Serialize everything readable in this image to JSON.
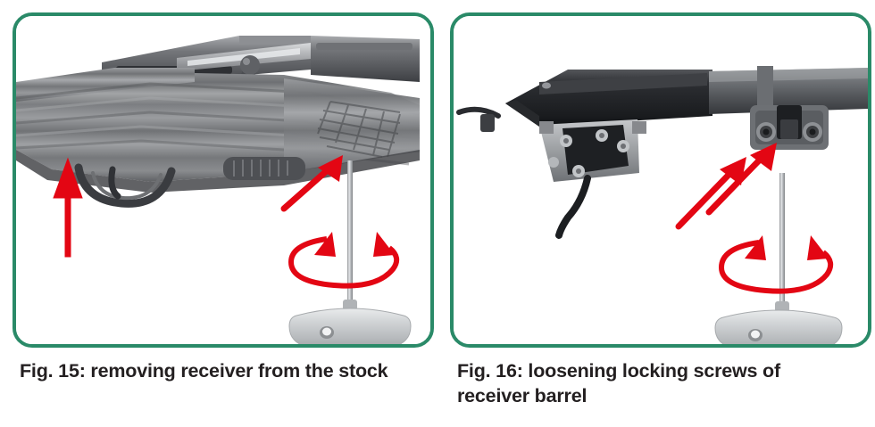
{
  "document": {
    "type": "firearm-instruction-manual-figures",
    "background_color": "#ffffff",
    "accent_color": "#2a8a68",
    "arrow_color": "#e30613",
    "caption_color": "#231f20"
  },
  "figures": [
    {
      "id": "fig-15",
      "caption": "Fig. 15: removing receiver from the stock",
      "caption_line1": "Fig. 15: removing receiver from the",
      "caption_line2": "stock",
      "label": "Fig. 15",
      "description": "Bolt-action rifle with grey laminated wood stock seen from the side; a T-handle hex key stands vertically below the fore-end",
      "photo_subject": "rifle-in-stock",
      "annotations": [
        {
          "name": "up-arrow-trigger-guard",
          "type": "straight-arrow",
          "direction": "up",
          "points_at": "trigger guard / stock underside"
        },
        {
          "name": "diagonal-arrow-screw",
          "type": "straight-arrow",
          "direction": "up-right",
          "points_at": "fore-end stock screw"
        },
        {
          "name": "rotation-arrow",
          "type": "rotation-ellipse",
          "direction": "counter-clockwise",
          "points_at": "hex key shaft"
        }
      ],
      "tool": {
        "name": "t-handle-hex-key",
        "color": "#c9ccce"
      }
    },
    {
      "id": "fig-16",
      "caption": "Fig. 16: loosening locking screws of receiver barrel",
      "caption_line1": "Fig. 16: loosening locking screws of",
      "caption_line2": "receiver barrel",
      "label": "Fig. 16",
      "description": "Barrelled action removed from the stock showing trigger group and the two locking screws of the receiver barrel; a T-handle hex key stands vertically below",
      "photo_subject": "barrelled-action",
      "annotations": [
        {
          "name": "diagonal-arrow-screw-left",
          "type": "straight-arrow",
          "direction": "up-right",
          "points_at": "left locking screw"
        },
        {
          "name": "diagonal-arrow-screw-right",
          "type": "straight-arrow",
          "direction": "up-right",
          "points_at": "right locking screw"
        },
        {
          "name": "rotation-arrow",
          "type": "rotation-ellipse",
          "direction": "counter-clockwise",
          "points_at": "hex key shaft"
        }
      ],
      "tool": {
        "name": "t-handle-hex-key",
        "color": "#c9ccce"
      }
    }
  ]
}
